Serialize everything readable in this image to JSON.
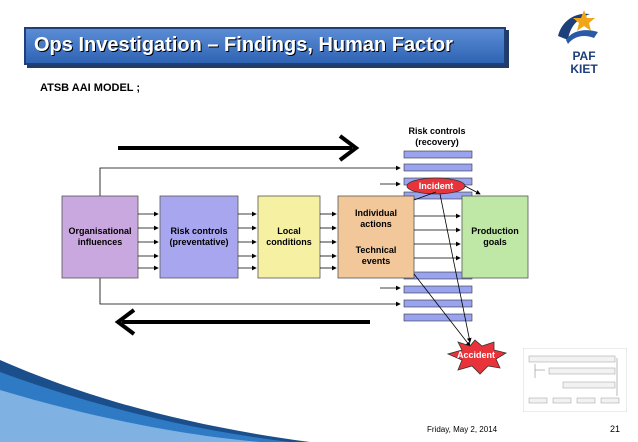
{
  "header": {
    "title": "Ops Investigation – Findings, Human Factor",
    "subtitle": "ATSB AAI  MODEL ;",
    "logo_text_1": "PAF",
    "logo_text_2": "KIET"
  },
  "diagram": {
    "risk_controls_recovery_1": "Risk controls",
    "risk_controls_recovery_2": "(recovery)",
    "incident": "Incident",
    "accident": "Accident",
    "organisational_1": "Organisational",
    "organisational_2": "influences",
    "risk_prev_1": "Risk controls",
    "risk_prev_2": "(preventative)",
    "local_1": "Local",
    "local_2": "conditions",
    "individual_1": "Individual",
    "individual_2": "actions",
    "technical_1": "Technical",
    "technical_2": "events",
    "production_1": "Production",
    "production_2": "goals"
  },
  "footer": {
    "date": "Friday, May 2, 2014",
    "page": "21"
  },
  "colors": {
    "title_bg": "#3b72c4",
    "organisational": "#c9a8e0",
    "risk_preventative": "#a9a6f0",
    "local": "#f6f0a2",
    "individual": "#f2c79a",
    "production": "#bfe8a6",
    "recovery_bar": "#9aa3ef",
    "incident": "#e8333a"
  }
}
